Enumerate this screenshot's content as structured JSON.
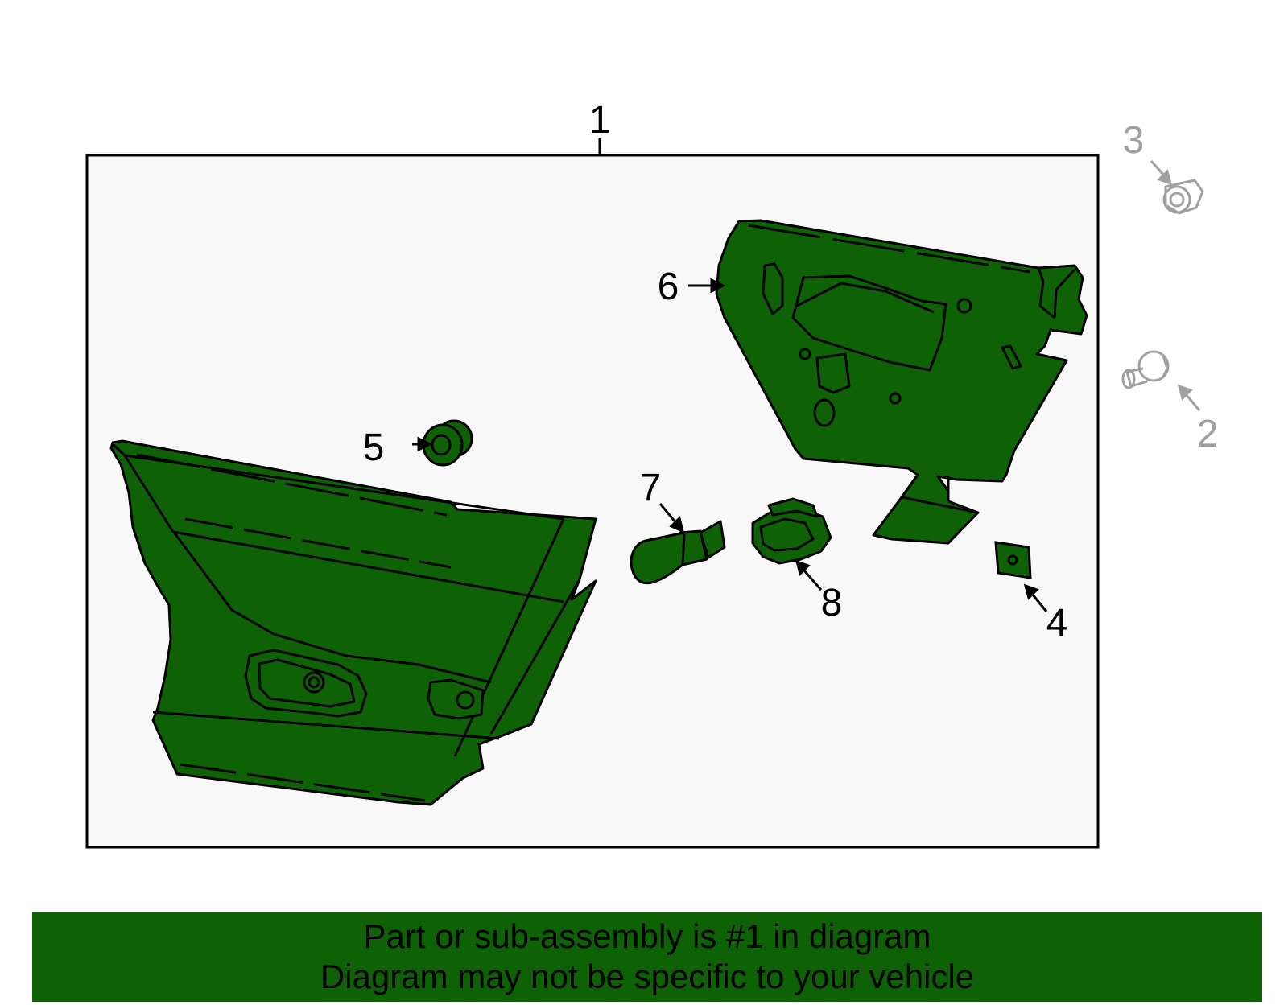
{
  "callouts": {
    "c1": "1",
    "c2": "2",
    "c3": "3",
    "c4": "4",
    "c5": "5",
    "c6": "6",
    "c7": "7",
    "c8": "8"
  },
  "banner": {
    "line1": "Part or sub-assembly is #1 in diagram",
    "line2": "Diagram may not be specific to your vehicle"
  },
  "colors": {
    "part_fill": "#0f6106",
    "panel_fill": "#f8f8f8",
    "outline": "#000000",
    "inactive": "#a0a0a0",
    "banner_bg": "#0f6106"
  }
}
